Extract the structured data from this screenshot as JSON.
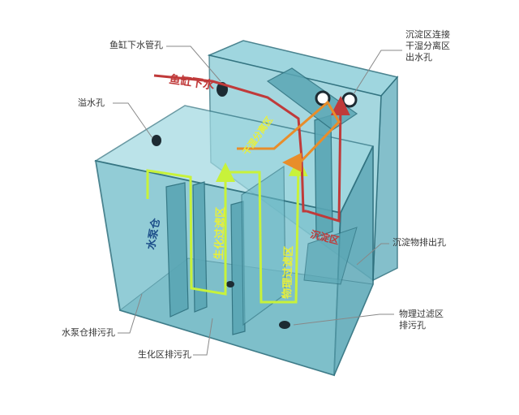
{
  "callouts": {
    "fish_tank_pipe_hole": "鱼缸下水管孔",
    "overflow_hole": "溢水孔",
    "sediment_outlet": "沉淀区连接\n干湿分离区\n出水孔",
    "sediment_drain": "沉淀物排出孔",
    "pump_drain": "水泵仓排污孔",
    "bio_drain": "生化区排污孔",
    "physical_drain": "物理过滤区\n排污孔"
  },
  "inner_labels": {
    "fish_tank_down": "鱼缸下水",
    "dry_wet": "干湿分离区",
    "pump": "水泵仓",
    "bio": "生化过滤区",
    "physical": "物理过滤区",
    "sediment": "沉淀区"
  },
  "colors": {
    "glass_fill": "#7fc4cf",
    "glass_edge": "#2c6f7d",
    "flow_green": "#c8f23a",
    "flow_red": "#c03a3a",
    "flow_orange": "#e88d2a",
    "label_yellow": "#e8f03a",
    "pointer": "#6f8fb8"
  }
}
